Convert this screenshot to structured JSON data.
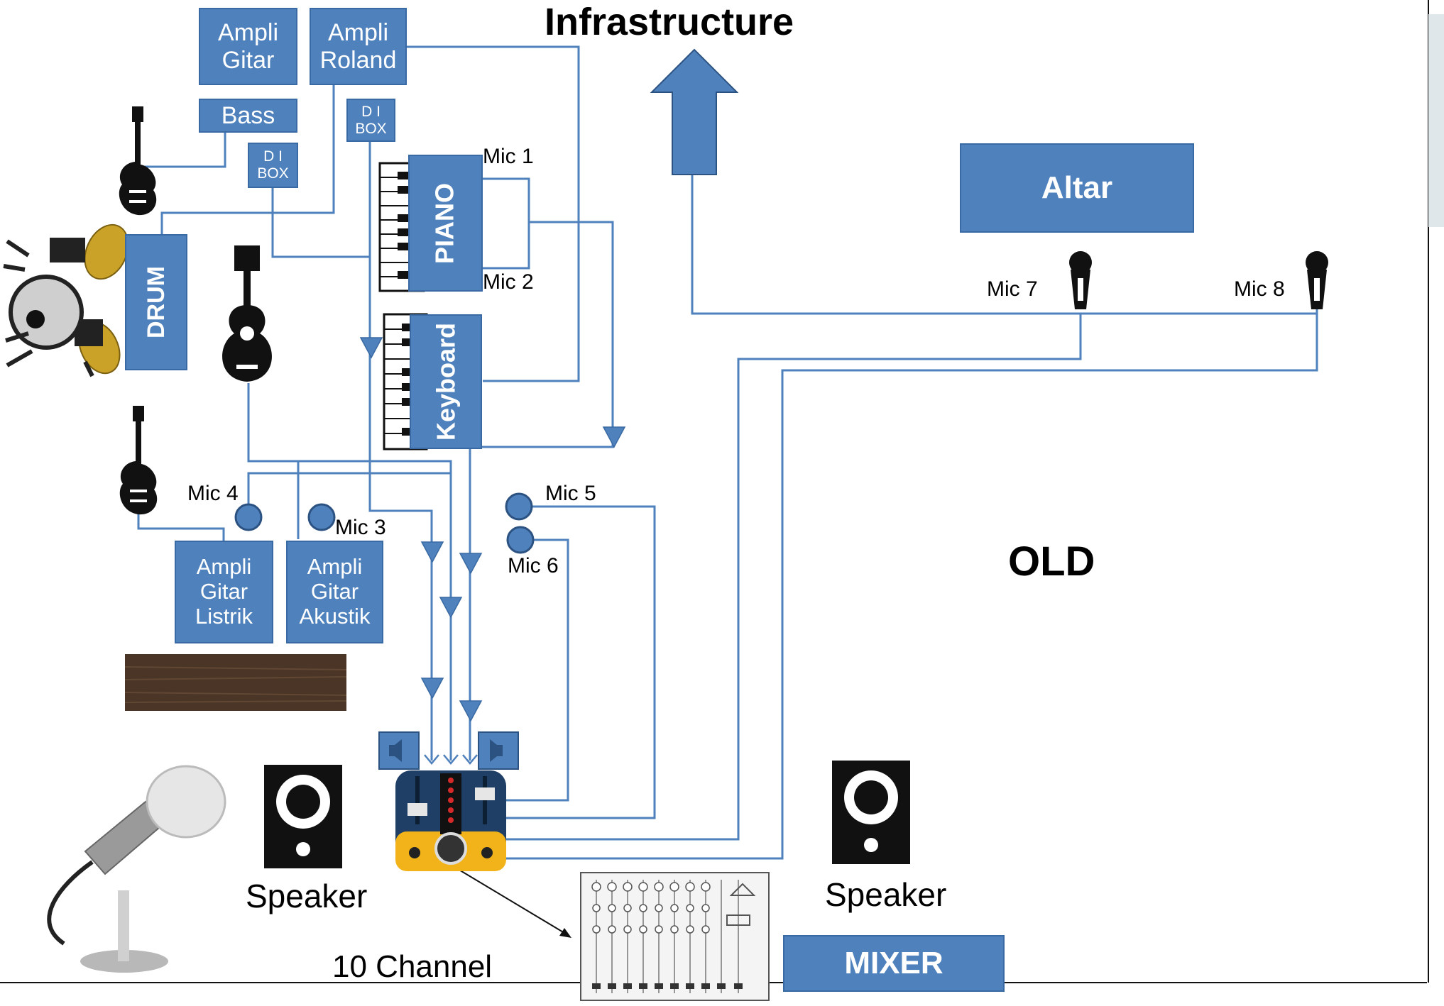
{
  "title": "Infrastructure",
  "subtitle": "OLD",
  "labels": {
    "ampli_gitar": [
      "Ampli",
      "Gitar"
    ],
    "ampli_roland": [
      "Ampli",
      "Roland"
    ],
    "bass": "Bass",
    "di_box": [
      "D I",
      "BOX"
    ],
    "piano": "PIANO",
    "keyboard": "Keyboard",
    "drum": "DRUM",
    "altar": "Altar",
    "ampli_gitar_listrik": [
      "Ampli",
      "Gitar",
      "Listrik"
    ],
    "ampli_gitar_akustik": [
      "Ampli",
      "Gitar",
      "Akustik"
    ],
    "speaker": "Speaker",
    "channel": "10 Channel",
    "mixer": "MIXER"
  },
  "mics": [
    "Mic 1",
    "Mic 2",
    "Mic 3",
    "Mic 4",
    "Mic 5",
    "Mic 6",
    "Mic 7",
    "Mic 8"
  ],
  "colors": {
    "accent": "#4f81bd",
    "accent_border": "#3a6aa3",
    "wood": "#4a3526"
  },
  "icons": [
    "electric-guitar-icon",
    "acoustic-guitar-icon",
    "drum-kit-icon",
    "piano-keys-icon",
    "microphone-icon",
    "speaker-icon",
    "mixer-console-icon",
    "audio-mixer-app-icon",
    "studio-microphone-icon"
  ]
}
